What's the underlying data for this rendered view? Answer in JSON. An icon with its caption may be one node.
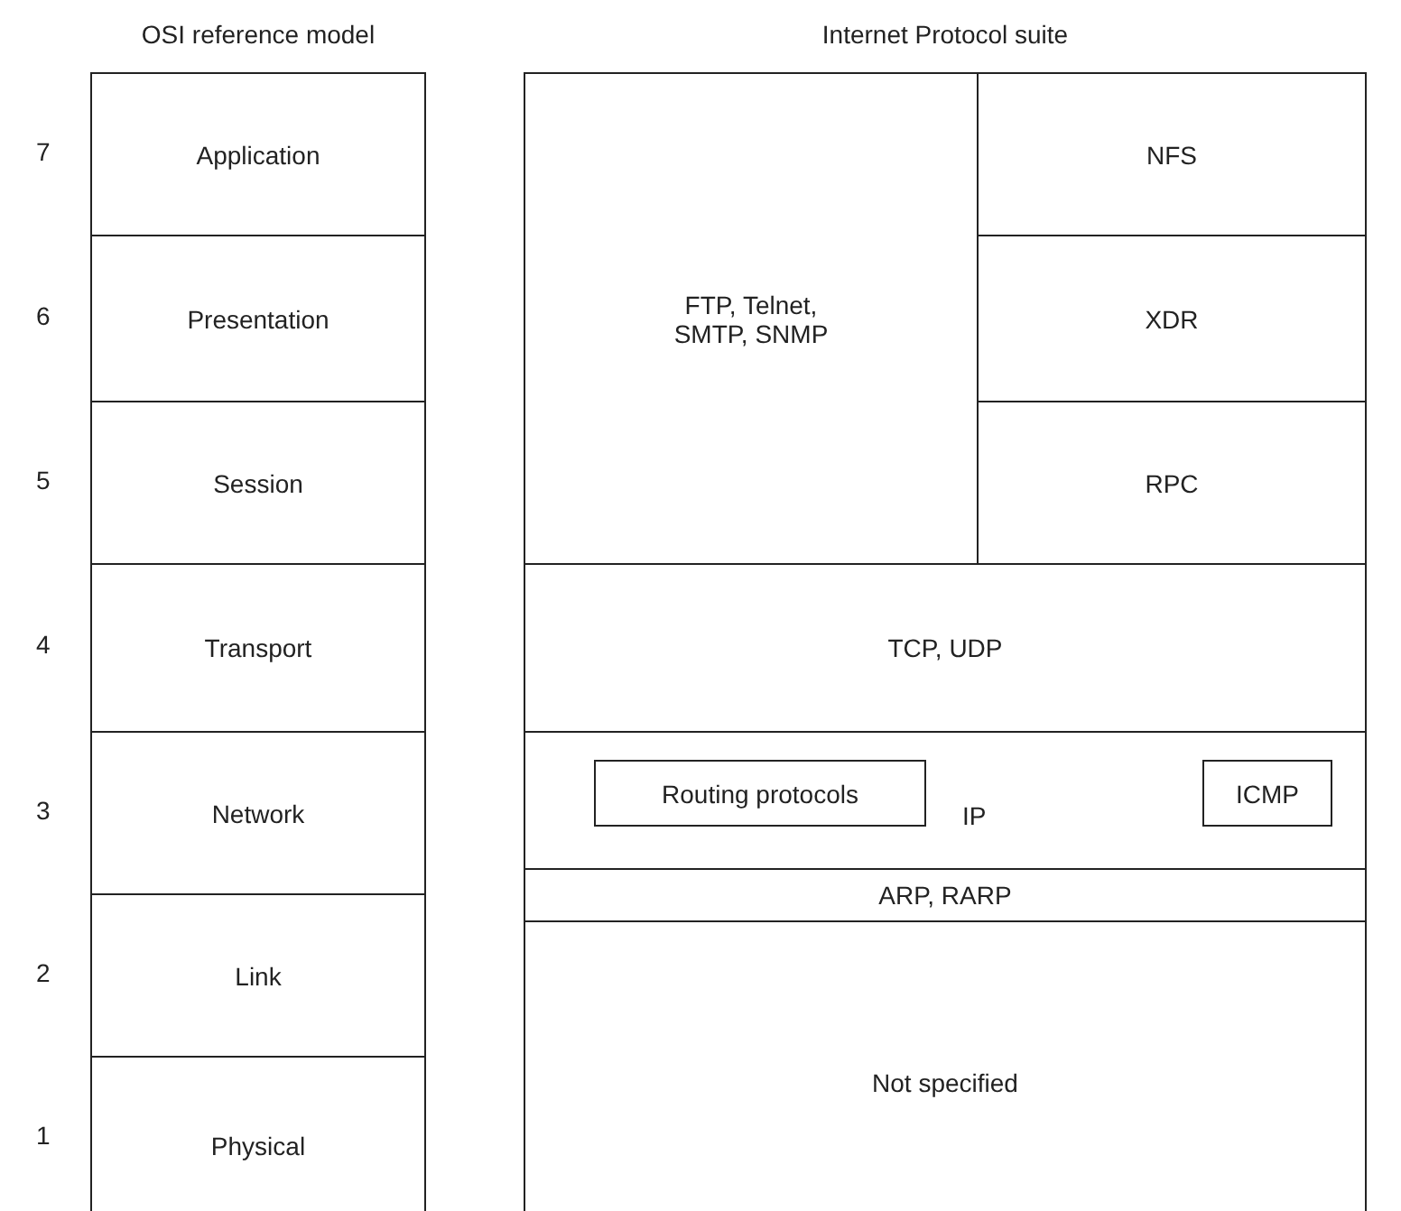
{
  "diagram": {
    "nodes": [
      {
        "text": [
          "OSI reference model"
        ]
      },
      {
        "text": [
          "Application"
        ],
        "in": 0
      },
      {
        "text": [
          "Presentation"
        ],
        "in": 0
      },
      {
        "text": [
          "Session"
        ],
        "in": 0
      },
      {
        "text": [
          "Transport"
        ],
        "in": 0
      },
      {
        "text": [
          "Network"
        ],
        "in": 0
      },
      {
        "text": [
          "Link"
        ],
        "in": 0
      },
      {
        "text": [
          "Physical"
        ],
        "in": 0
      },
      {
        "text": [
          "Internet Protocol suite"
        ]
      },
      {
        "text": [
          "FTP, Telnet, SMTP, SNMP"
        ],
        "in": 8
      },
      {
        "text": [
          "NFS"
        ],
        "in": 8
      },
      {
        "text": [
          "XDR"
        ],
        "in": 8
      },
      {
        "text": [
          "RPC"
        ],
        "in": 8
      },
      {
        "text": [
          "TCP, UDP"
        ],
        "in": 8
      },
      {
        "text": [
          "IP"
        ],
        "in": 8
      },
      {
        "text": [
          "Routing protocols"
        ],
        "in": 14
      },
      {
        "text": [
          "ICMP"
        ],
        "in": 14
      },
      {
        "text": [
          "ARP, RARP"
        ],
        "in": 8
      },
      {
        "text": [
          "Not specified"
        ],
        "in": 8
      }
    ],
    "edges": [],
    "labels": [
      "7",
      "6",
      "5",
      "4",
      "3",
      "2",
      "1"
    ]
  }
}
